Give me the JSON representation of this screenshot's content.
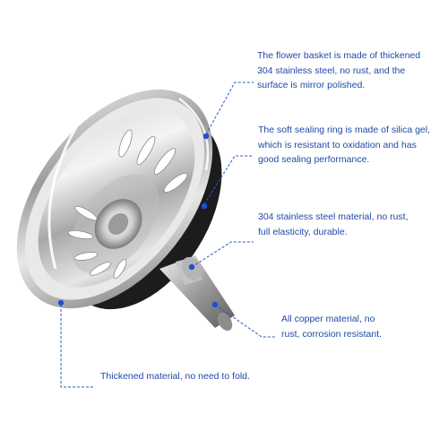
{
  "annotations": [
    {
      "id": "flower-basket",
      "text": "The flower basket is made of thickened\n304 stainless steel, no rust, and the\nsurface is mirror polished."
    },
    {
      "id": "sealing-ring",
      "text": "The soft sealing ring is made of silica gel,\n which is resistant to oxidation and has\ngood sealing performance."
    },
    {
      "id": "steel-material",
      "text": "304 stainless steel material, no rust,\nfull elasticity, durable."
    },
    {
      "id": "copper-material",
      "text": "All copper material, no\nrust, corrosion resistant."
    },
    {
      "id": "thickened-material",
      "text": "Thickened material, no need to fold."
    }
  ],
  "colors": {
    "annotation_text": "#1f4aa8",
    "leader_line": "#2b58c8",
    "marker_dot": "#1e4fd8"
  }
}
